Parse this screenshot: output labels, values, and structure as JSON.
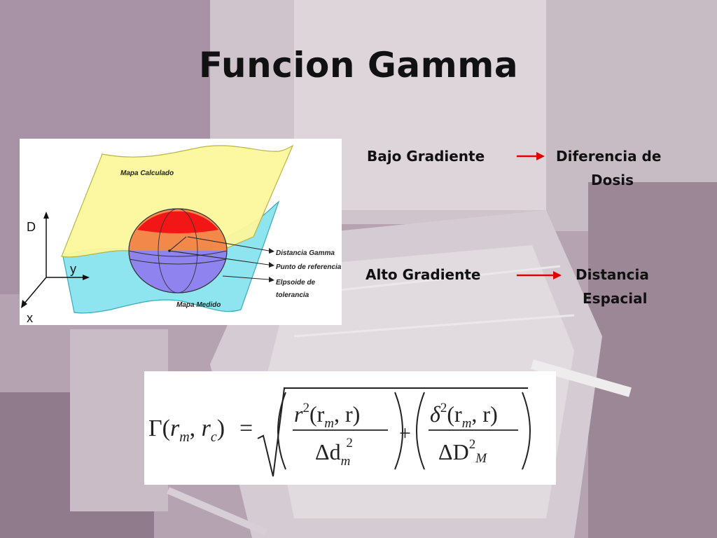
{
  "slide": {
    "title": "Funcion Gamma",
    "background_color": "#b9a9b7"
  },
  "diagram": {
    "axis_d": "D",
    "axis_y": "y",
    "axis_x": "x",
    "label_calculated_map": "Mapa Calculado",
    "label_measured_map": "Mapa Medido",
    "label_gamma_distance": "Distancia Gamma",
    "label_reference_point": "Punto de referencia",
    "label_ellipsoid_line1": "Elpsoide de",
    "label_ellipsoid_line2": "tolerancia",
    "colors": {
      "calculated_surface": "#fcf79c",
      "measured_surface": "#8ee5f0",
      "sphere_top": "#f21616",
      "sphere_middle": "#f2884a",
      "sphere_bottom": "#8f83ef"
    }
  },
  "relations": [
    {
      "left": "Bajo Gradiente",
      "right_line1": "Diferencia de",
      "right_line2": "Dosis"
    },
    {
      "left": "Alto Gradiente",
      "right_line1": "Distancia",
      "right_line2": "Espacial"
    }
  ],
  "arrow_color": "#e00000",
  "formula": {
    "lhs_gamma": "Γ",
    "lhs_args_open": "(",
    "lhs_rm": "r",
    "lhs_sub_m": "m",
    "lhs_comma": ", ",
    "lhs_rc": "r",
    "lhs_sub_c": "c",
    "lhs_args_close": ")",
    "equals": "=",
    "t1_num_r": "r",
    "t1_num_sup": "2",
    "t1_num_args": "(r",
    "t1_num_sub": "m",
    "t1_num_end": ", r)",
    "t1_den_delta": "Δd",
    "t1_den_sub": "m",
    "t1_den_sup": "2",
    "plus": "+",
    "t2_num_delta": "δ",
    "t2_num_sup": "2",
    "t2_num_args": "(r",
    "t2_num_sub": "m",
    "t2_num_end": ", r)",
    "t2_den_delta": "ΔD",
    "t2_den_sup": "2",
    "t2_den_sub": "M"
  }
}
